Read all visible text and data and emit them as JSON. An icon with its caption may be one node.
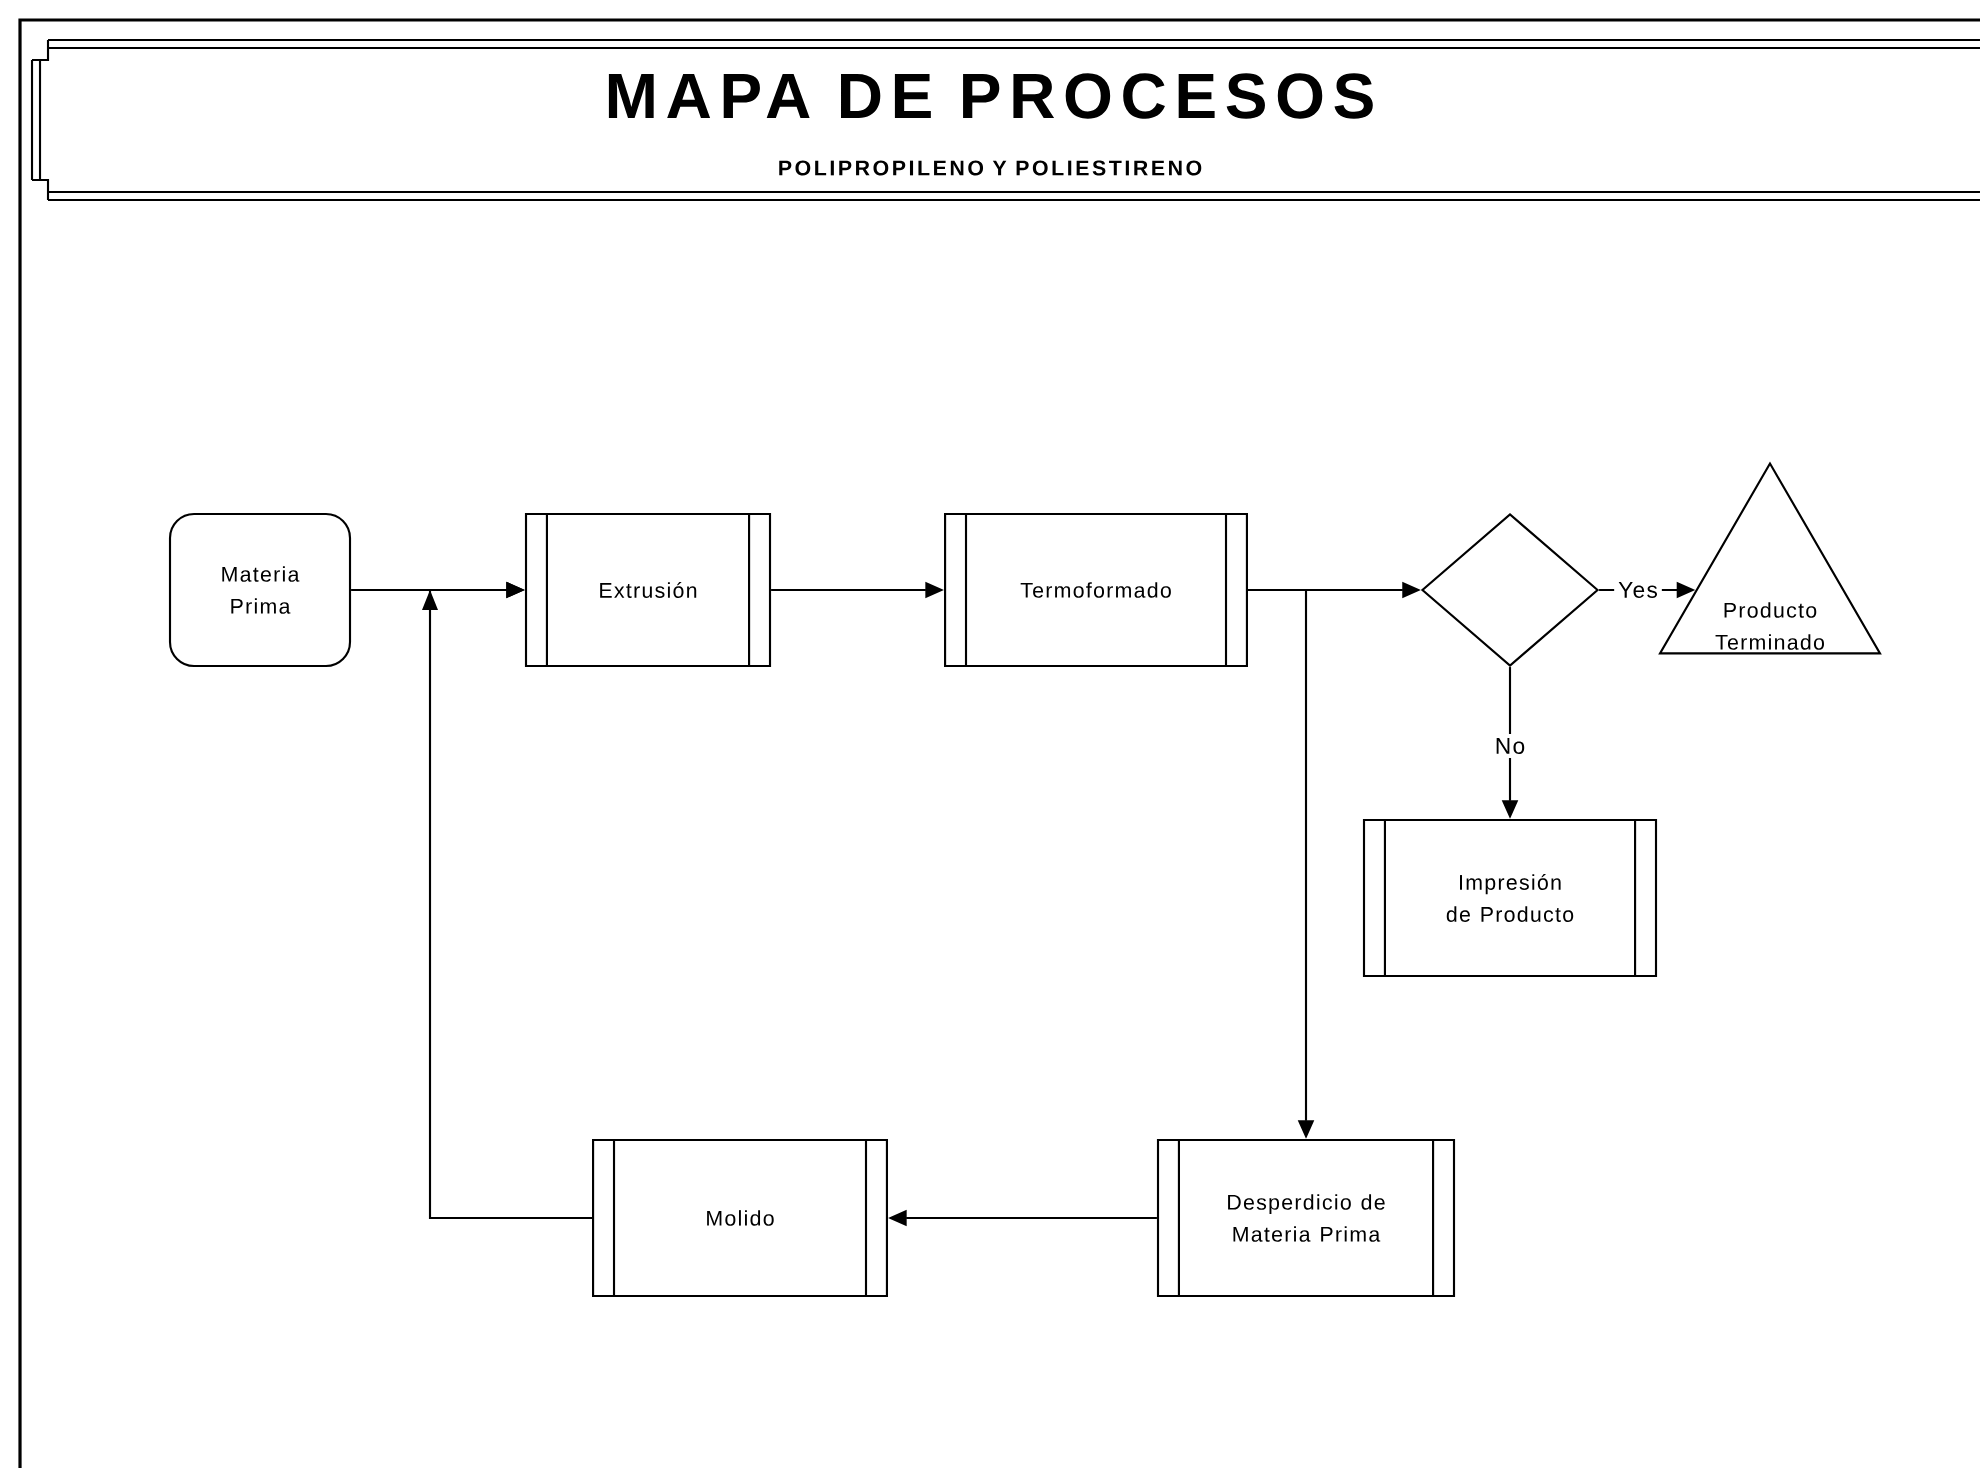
{
  "diagram": {
    "title": "MAPA DE PROCESOS",
    "caption": "POLIPROPILENO Y POLIESTIRENO",
    "nodes": [
      {
        "text": [
          "Materia Prima"
        ]
      },
      {
        "text": [
          "Extrusión"
        ]
      },
      {
        "text": [
          "Termoformado"
        ]
      },
      {
        "text": [],
        "shape": "diamond"
      },
      {
        "text": [
          "Producto Terminado"
        ]
      },
      {
        "text": [
          "Impresión de Producto"
        ]
      },
      {
        "text": [
          "Desperdicio de Materia Prima"
        ]
      },
      {
        "text": [
          "Molido"
        ]
      }
    ],
    "edges": [
      {
        "from": 0,
        "to": 1,
        "arrow": "to"
      },
      {
        "from": 1,
        "to": 2,
        "arrow": "to"
      },
      {
        "from": 2,
        "to": 3,
        "arrow": "to"
      },
      {
        "from": 3,
        "to": 4,
        "arrow": "to",
        "label": "Yes"
      },
      {
        "from": 3,
        "to": 5,
        "arrow": "to",
        "label": "No"
      },
      {
        "from": 2,
        "to": 6,
        "arrow": "to"
      },
      {
        "from": 6,
        "to": 7,
        "arrow": "to"
      },
      {
        "from": 7,
        "to": 1,
        "arrow": "to"
      }
    ]
  }
}
